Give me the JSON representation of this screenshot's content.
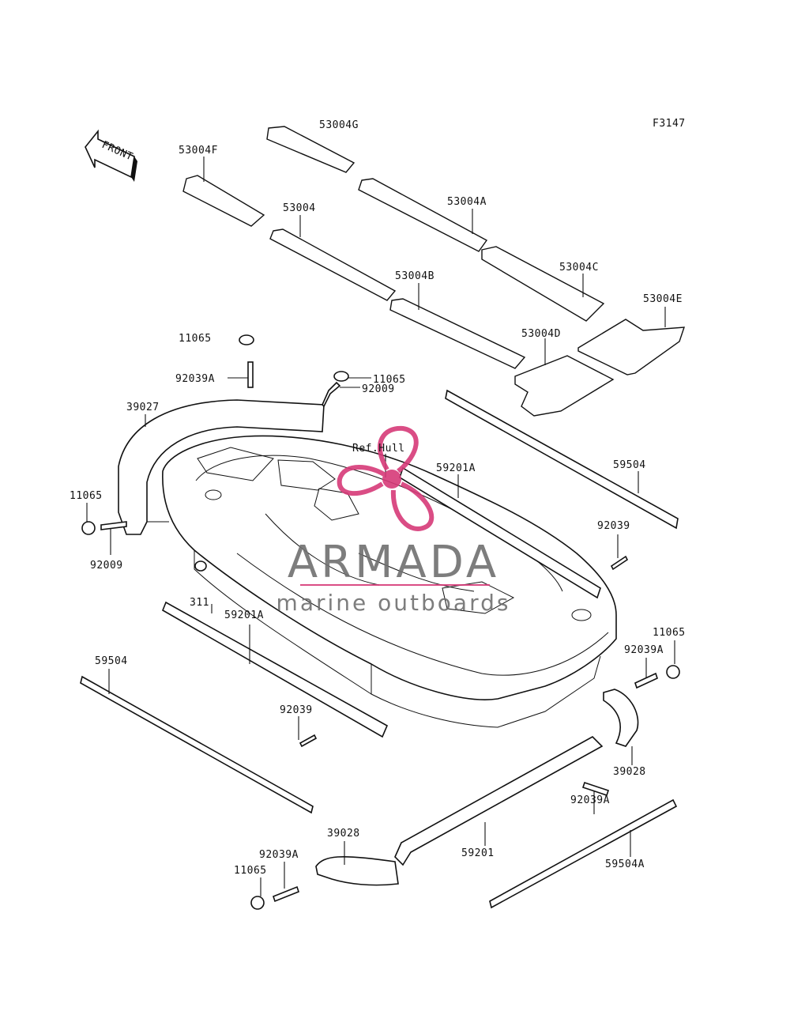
{
  "figure_code": "F3147",
  "front_arrow_label": "FRONT",
  "reference_label": "Ref.Hull",
  "watermark": {
    "brand": "ARMADA",
    "tagline": "marine outboards",
    "logo_color": "#d63a78",
    "text_color": "#6f6f6f"
  },
  "callouts": [
    {
      "id": "c-53004G",
      "text": "53004G"
    },
    {
      "id": "c-53004F",
      "text": "53004F"
    },
    {
      "id": "c-53004A",
      "text": "53004A"
    },
    {
      "id": "c-53004",
      "text": "53004"
    },
    {
      "id": "c-53004C",
      "text": "53004C"
    },
    {
      "id": "c-53004B",
      "text": "53004B"
    },
    {
      "id": "c-53004E",
      "text": "53004E"
    },
    {
      "id": "c-53004D",
      "text": "53004D"
    },
    {
      "id": "c-11065-a",
      "text": "11065"
    },
    {
      "id": "c-92039A-a",
      "text": "92039A"
    },
    {
      "id": "c-11065-b",
      "text": "11065"
    },
    {
      "id": "c-92009-a",
      "text": "92009"
    },
    {
      "id": "c-39027",
      "text": "39027"
    },
    {
      "id": "c-59201A-a",
      "text": "59201A"
    },
    {
      "id": "c-59504-a",
      "text": "59504"
    },
    {
      "id": "c-11065-c",
      "text": "11065"
    },
    {
      "id": "c-92009-b",
      "text": "92009"
    },
    {
      "id": "c-92039-a",
      "text": "92039"
    },
    {
      "id": "c-311",
      "text": "311"
    },
    {
      "id": "c-59201A-b",
      "text": "59201A"
    },
    {
      "id": "c-59504-b",
      "text": "59504"
    },
    {
      "id": "c-11065-d",
      "text": "11065"
    },
    {
      "id": "c-92039A-b",
      "text": "92039A"
    },
    {
      "id": "c-92039-b",
      "text": "92039"
    },
    {
      "id": "c-39028-a",
      "text": "39028"
    },
    {
      "id": "c-92039A-c",
      "text": "92039A"
    },
    {
      "id": "c-39028-b",
      "text": "39028"
    },
    {
      "id": "c-59201",
      "text": "59201"
    },
    {
      "id": "c-59504A",
      "text": "59504A"
    },
    {
      "id": "c-92039A-d",
      "text": "92039A"
    },
    {
      "id": "c-11065-e",
      "text": "11065"
    }
  ]
}
